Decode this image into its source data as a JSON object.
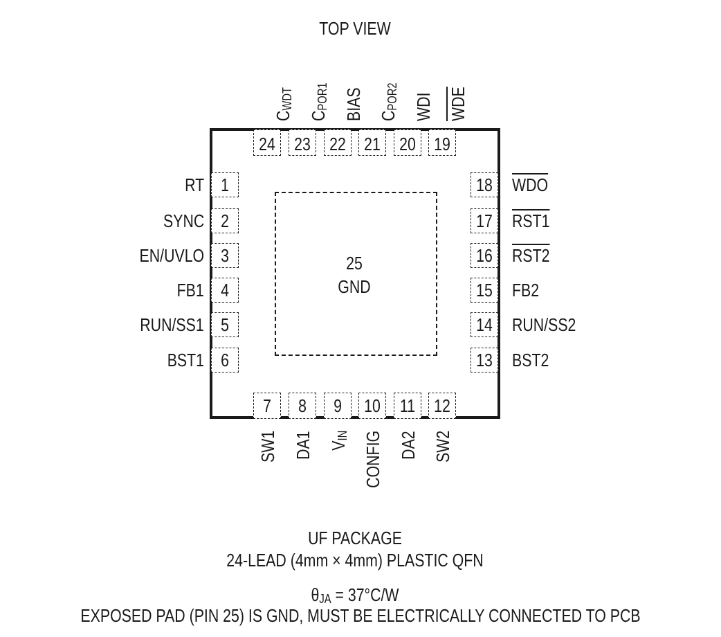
{
  "header": {
    "view_label": "TOP VIEW"
  },
  "package": {
    "pad_number": "25",
    "pad_name": "GND"
  },
  "pins_left": [
    {
      "num": "1",
      "name": "RT"
    },
    {
      "num": "2",
      "name": "SYNC"
    },
    {
      "num": "3",
      "name": "EN/UVLO"
    },
    {
      "num": "4",
      "name": "FB1"
    },
    {
      "num": "5",
      "name": "RUN/SS1"
    },
    {
      "num": "6",
      "name": "BST1"
    }
  ],
  "pins_right": [
    {
      "num": "18",
      "name": "WDO",
      "overline": true
    },
    {
      "num": "17",
      "name": "RST1",
      "overline": true
    },
    {
      "num": "16",
      "name": "RST2",
      "overline": true
    },
    {
      "num": "15",
      "name": "FB2"
    },
    {
      "num": "14",
      "name": "RUN/SS2"
    },
    {
      "num": "13",
      "name": "BST2"
    }
  ],
  "pins_top": [
    {
      "num": "24",
      "name": "C",
      "sub": "WDT"
    },
    {
      "num": "23",
      "name": "C",
      "sub": "POR1"
    },
    {
      "num": "22",
      "name": "BIAS"
    },
    {
      "num": "21",
      "name": "C",
      "sub": "POR2"
    },
    {
      "num": "20",
      "name": "WDI"
    },
    {
      "num": "19",
      "name": "WDE",
      "overline": true
    }
  ],
  "pins_bottom": [
    {
      "num": "7",
      "name": "SW1"
    },
    {
      "num": "8",
      "name": "DA1"
    },
    {
      "num": "9",
      "name": "V",
      "sub": "IN"
    },
    {
      "num": "10",
      "name": "CONFIG"
    },
    {
      "num": "11",
      "name": "DA2"
    },
    {
      "num": "12",
      "name": "SW2"
    }
  ],
  "footer": {
    "package_name": "UF PACKAGE",
    "package_desc": "24-LEAD (4mm × 4mm) PLASTIC QFN",
    "theta_symbol": "θ",
    "theta_sub": "JA",
    "theta_value": " = 37°C/W",
    "exposed_pad_note": "EXPOSED PAD (PIN 25) IS GND, MUST BE ELECTRICALLY CONNECTED TO PCB"
  }
}
